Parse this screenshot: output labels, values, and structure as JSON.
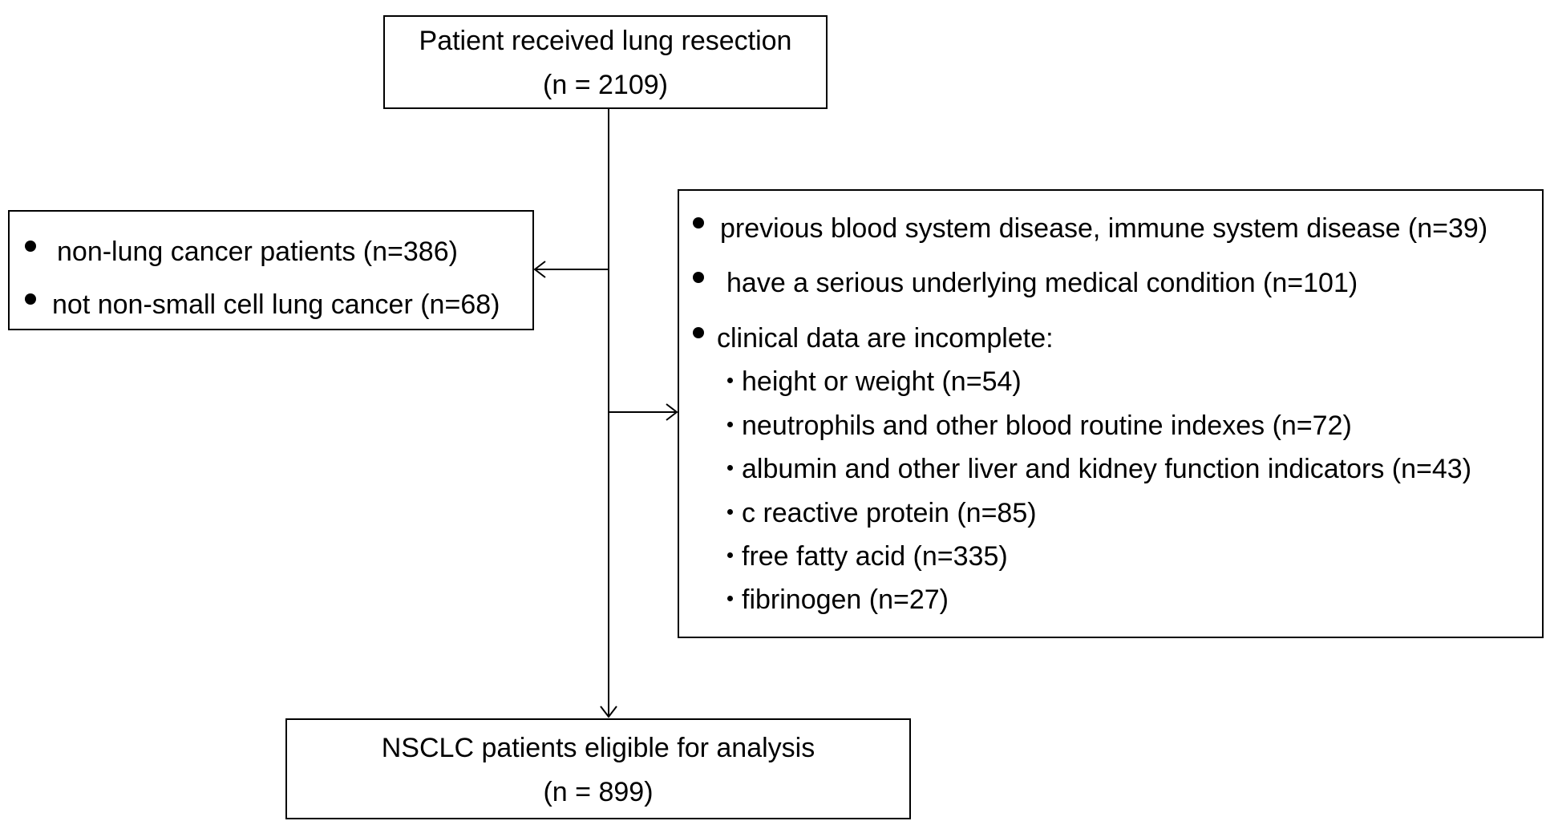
{
  "start": {
    "title": "Patient received lung resection",
    "count": "(n = 2109)"
  },
  "exclusion_left": {
    "items": [
      "non-lung cancer patients (n=386)",
      "not non-small cell lung cancer (n=68)"
    ]
  },
  "exclusion_right": {
    "items": [
      "previous blood system disease, immune system disease (n=39)",
      "have a serious underlying medical condition (n=101)",
      "clinical data are incomplete:"
    ],
    "subitems": [
      "height or weight (n=54)",
      "neutrophils and other blood routine indexes (n=72)",
      "albumin and other liver and kidney function indicators (n=43)",
      "c reactive protein (n=85)",
      "free fatty acid (n=335)",
      "fibrinogen (n=27)"
    ]
  },
  "final": {
    "title": "NSCLC patients eligible for analysis",
    "count": "(n = 899)"
  }
}
